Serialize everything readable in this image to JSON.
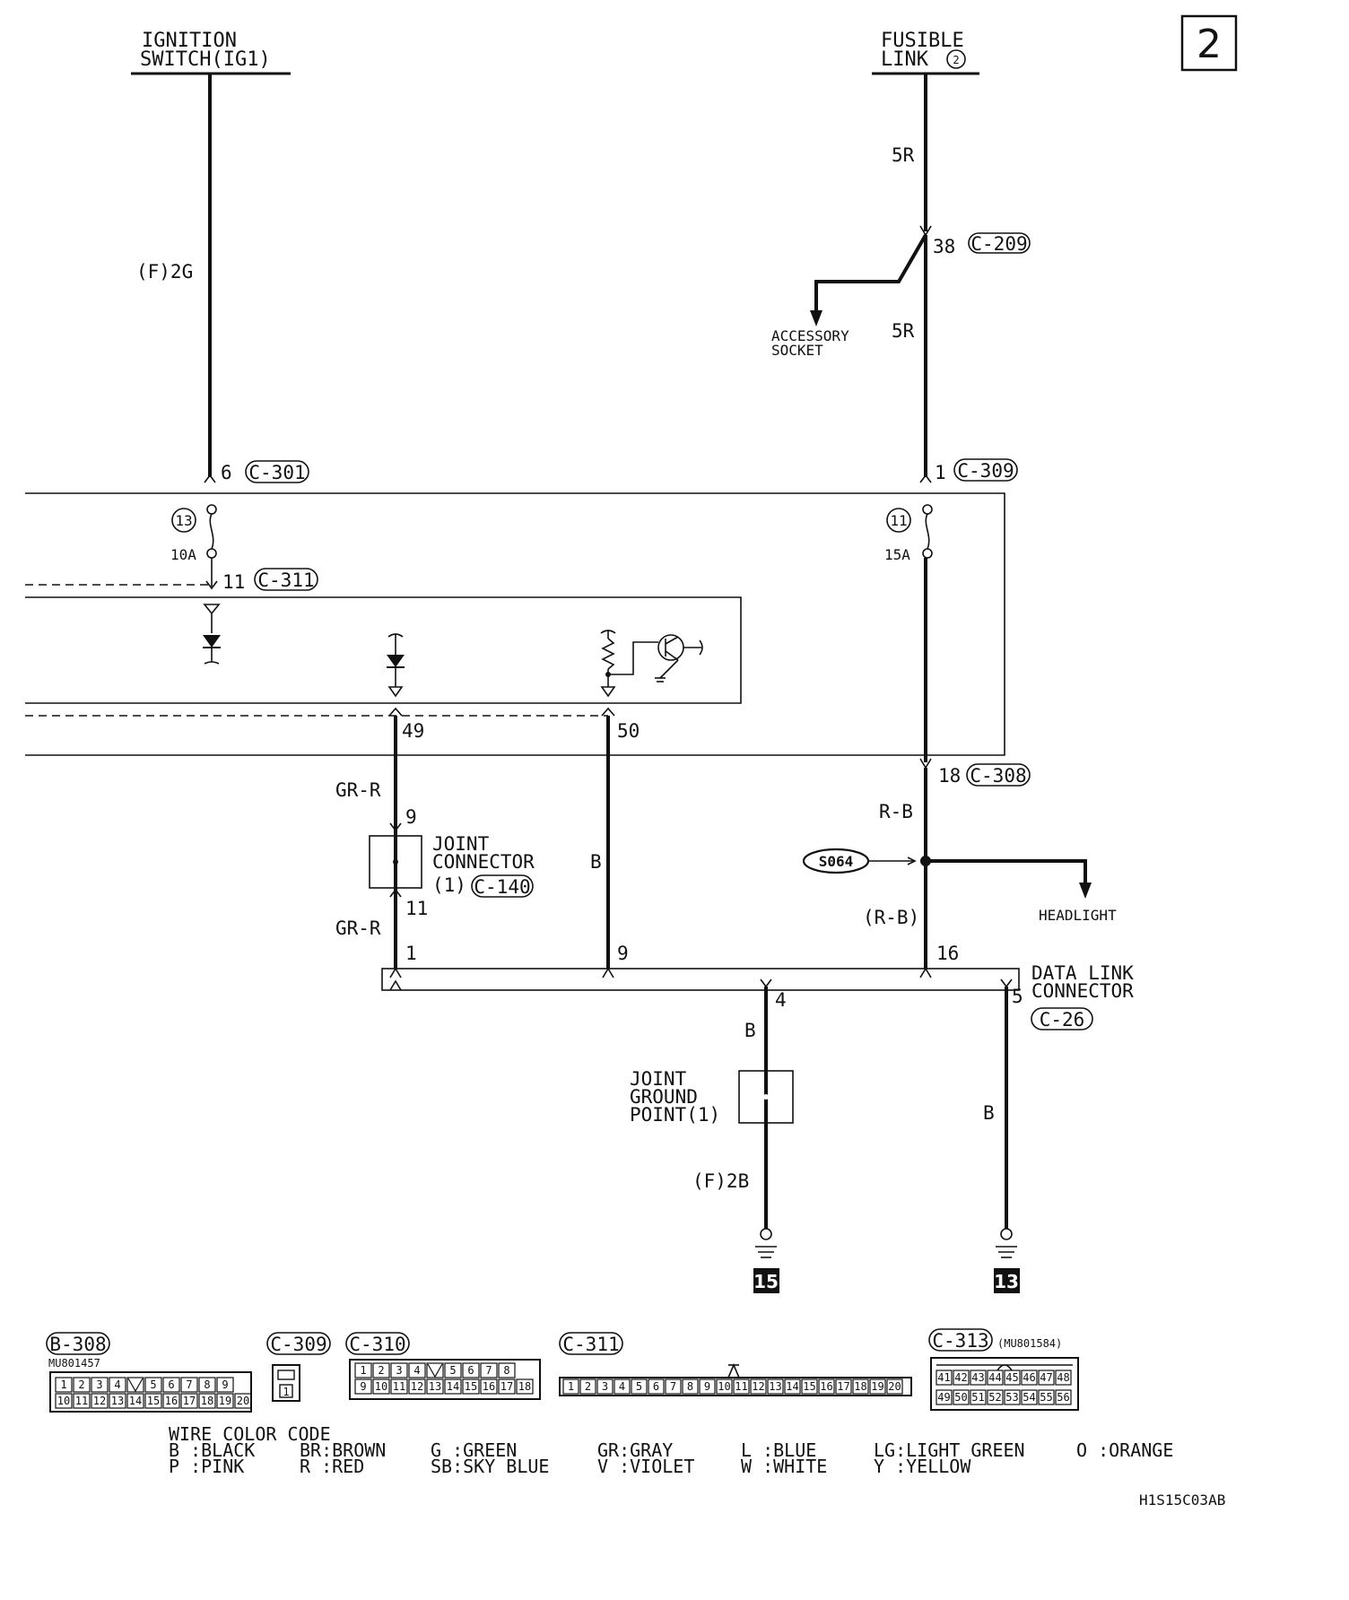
{
  "page_number": "2",
  "diagram_code": "H1S15C03AB",
  "sources": {
    "ignition_switch": [
      "IGNITION",
      "SWITCH(IG1)"
    ],
    "fusible_link": [
      "FUSIBLE",
      "LINK"
    ],
    "fusible_link_number": "2"
  },
  "wires": {
    "ign_main": "(F)2G",
    "fl_upper": "5R",
    "fl_lower": "5R",
    "gr_r_upper": "GR-R",
    "gr_r_lower": "GR-R",
    "b_pin50": "B",
    "r_b_upper": "R-B",
    "r_b_lower": "(R-B)",
    "b_gnd": "B",
    "b_pin5": "B",
    "f_2b": "(F)2B"
  },
  "connectors": {
    "c301": "C-301",
    "c309": "C-309",
    "c209": "C-209",
    "c311": "C-311",
    "c308": "C-308",
    "c140": "C-140",
    "c26": "C-26"
  },
  "pins": {
    "c301_pin": "6",
    "c309_pin": "1",
    "c209_pin": "38",
    "c311_pin": "11",
    "pin49": "49",
    "pin50": "50",
    "c308_pin": "18",
    "jc_in": "9",
    "jc_out": "11",
    "dlc1": "1",
    "dlc9": "9",
    "dlc16": "16",
    "dlc4": "4",
    "dlc5": "5"
  },
  "fuses": {
    "left_num": "13",
    "left_rating": "10A",
    "right_num": "11",
    "right_rating": "15A"
  },
  "labels": {
    "accessory_socket": [
      "ACCESSORY",
      "SOCKET"
    ],
    "headlight": "HEADLIGHT",
    "splice": "S064",
    "joint_connector": [
      "JOINT",
      "CONNECTOR",
      "(1)"
    ],
    "data_link_connector": [
      "DATA LINK",
      "CONNECTOR"
    ],
    "joint_ground": [
      "JOINT",
      "GROUND",
      "POINT(1)"
    ],
    "ground_left": "15",
    "ground_right": "13"
  },
  "connector_views": {
    "b308": {
      "name": "B-308",
      "part": "MU801457",
      "row1": [
        "1",
        "2",
        "3",
        "4",
        "",
        "5",
        "6",
        "7",
        "8",
        "9"
      ],
      "row2": [
        "10",
        "11",
        "12",
        "13",
        "14",
        "15",
        "16",
        "17",
        "18",
        "19",
        "20"
      ]
    },
    "c309": {
      "name": "C-309",
      "pin": "1"
    },
    "c310": {
      "name": "C-310",
      "row1": [
        "1",
        "2",
        "3",
        "4",
        "",
        "5",
        "6",
        "7",
        "8"
      ],
      "row2": [
        "9",
        "10",
        "11",
        "12",
        "13",
        "14",
        "15",
        "16",
        "17",
        "18"
      ]
    },
    "c311": {
      "name": "C-311",
      "row": [
        "1",
        "2",
        "3",
        "4",
        "5",
        "6",
        "7",
        "8",
        "9",
        "10",
        "11",
        "12",
        "13",
        "14",
        "15",
        "16",
        "17",
        "18",
        "19",
        "20"
      ]
    },
    "c313": {
      "name": "C-313",
      "part": "(MU801584)",
      "row1": [
        "41",
        "42",
        "43",
        "44",
        "45",
        "46",
        "47",
        "48"
      ],
      "row2": [
        "49",
        "50",
        "51",
        "52",
        "53",
        "54",
        "55",
        "56"
      ]
    }
  },
  "wire_color_code": {
    "title": "WIRE COLOR CODE",
    "row1": [
      "B :BLACK",
      "BR:BROWN",
      "G :GREEN",
      "GR:GRAY",
      "L :BLUE",
      "LG:LIGHT GREEN",
      "O :ORANGE"
    ],
    "row2": [
      "P :PINK",
      "R :RED",
      "SB:SKY BLUE",
      "V :VIOLET",
      "W :WHITE",
      "Y :YELLOW"
    ]
  }
}
